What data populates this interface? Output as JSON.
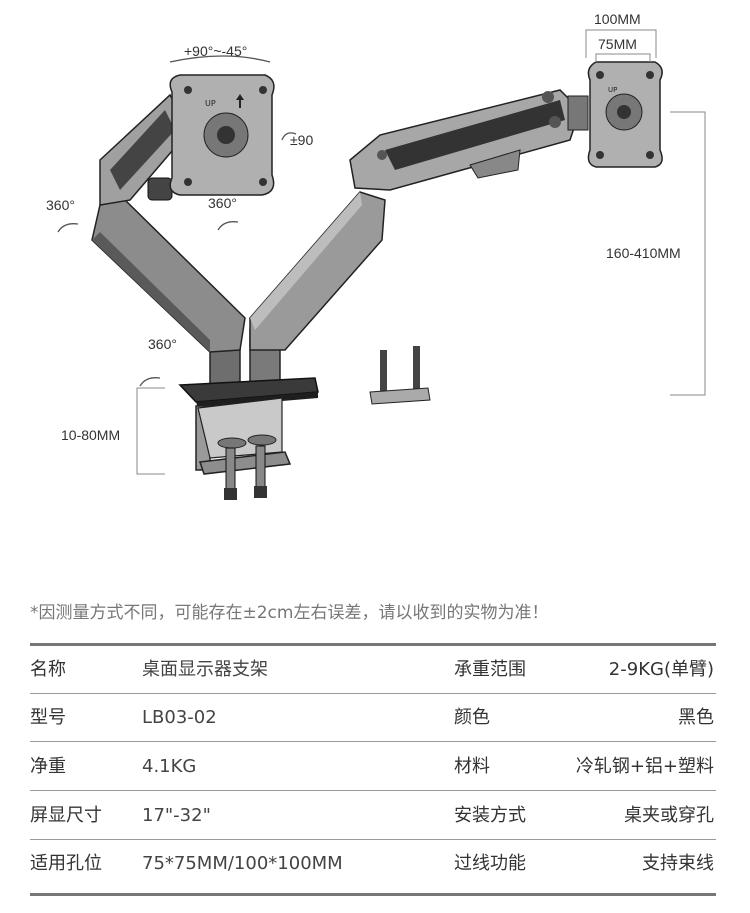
{
  "dimensions": {
    "vesa_outer": "100MM",
    "vesa_inner": "75MM",
    "tilt": "+90°~-45°",
    "rotate": "±90",
    "swivel_left": "360°",
    "swivel_mid": "360°",
    "swivel_base": "360°",
    "height_range": "160-410MM",
    "clamp_range": "10-80MM"
  },
  "note": "*因测量方式不同，可能存在±2cm左右误差，请以收到的实物为准！",
  "specs": [
    {
      "k1": "名称",
      "v1": "桌面显示器支架",
      "k2": "承重范围",
      "v2": "2-9KG(单臂)"
    },
    {
      "k1": "型号",
      "v1": "LB03-02",
      "k2": "颜色",
      "v2": "黑色"
    },
    {
      "k1": "净重",
      "v1": "4.1KG",
      "k2": "材料",
      "v2": "冷轧钢+铝+塑料"
    },
    {
      "k1": "屏显尺寸",
      "v1": "17\"-32\"",
      "k2": "安装方式",
      "v2": "桌夹或穿孔"
    },
    {
      "k1": "适用孔位",
      "v1": "75*75MM/100*100MM",
      "k2": "过线功能",
      "v2": "支持束线"
    }
  ],
  "colors": {
    "metal": "#8f8f8f",
    "dark": "#2a2a2a",
    "rule": "#777777"
  }
}
